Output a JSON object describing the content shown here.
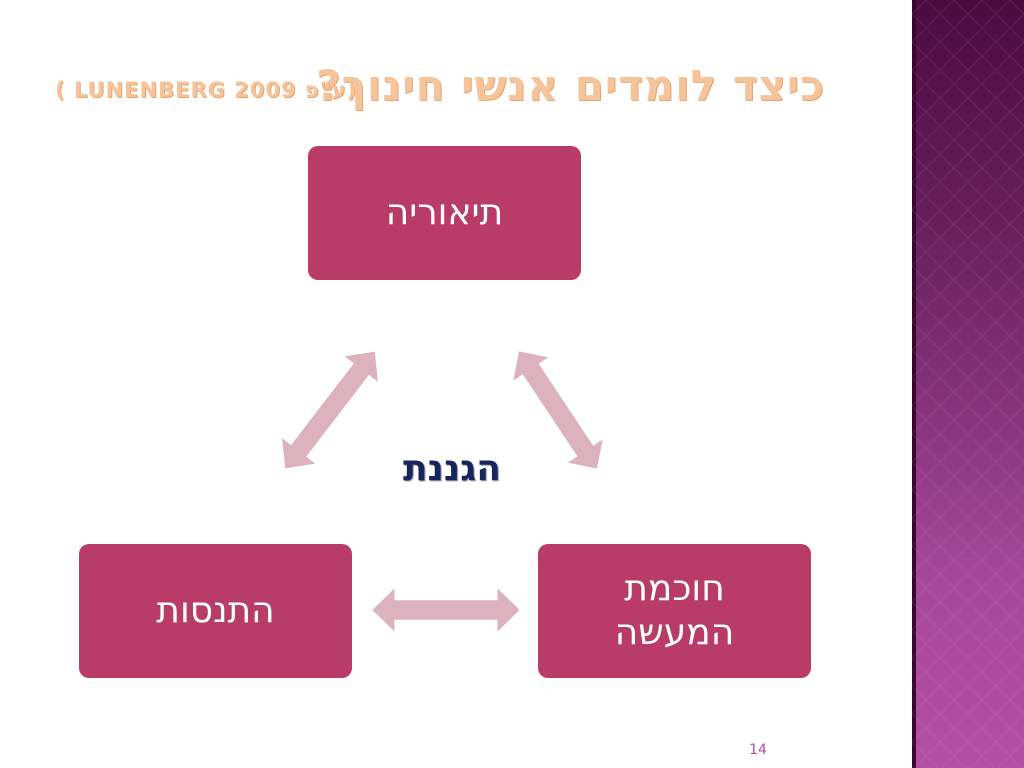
{
  "slide": {
    "title": "כיצד לומדים אנשי חינוך?",
    "citation": "( LUNENBERG 2009 ע\"פ)",
    "page_number": "14"
  },
  "diagram": {
    "nodes": {
      "top": "תיאוריה",
      "bottom_left": "התנסות",
      "bottom_right_line1": "חוכמת",
      "bottom_right_line2": "המעשה"
    },
    "center_label": "הגננת"
  },
  "colors": {
    "box": "#b83c67",
    "arrow": "#dbb2bd",
    "title": "#f5c49a",
    "center_label": "#17255c",
    "side_bar_top": "#4b0b3f",
    "side_bar_bottom": "#b34fa5"
  }
}
